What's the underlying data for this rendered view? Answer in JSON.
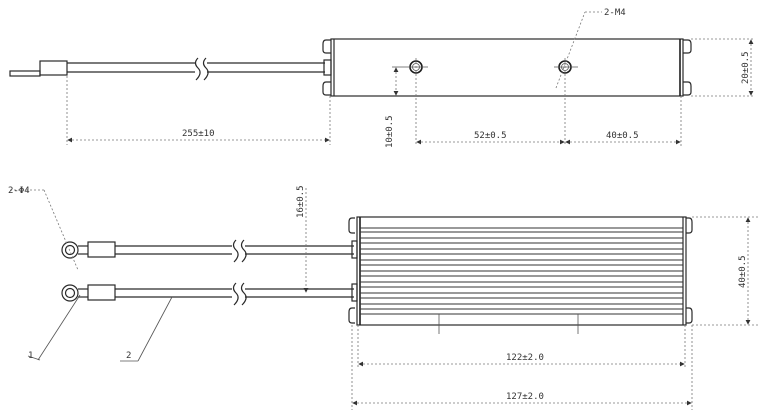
{
  "drawing": {
    "top_view": {
      "cable_length": "255±10",
      "hole_offset": "10±0.5",
      "hole_spacing": "52±0.5",
      "hole_end_offset": "40±0.5",
      "height": "20±0.5",
      "holes_callout": "2-M4"
    },
    "front_view": {
      "terminal_callout": "2-Φ4",
      "lead_spacing": "16±0.5",
      "height": "40±0.5",
      "inner_length": "122±2.0",
      "overall_length": "127±2.0",
      "part_label_1": "1",
      "part_label_2": "2"
    }
  }
}
